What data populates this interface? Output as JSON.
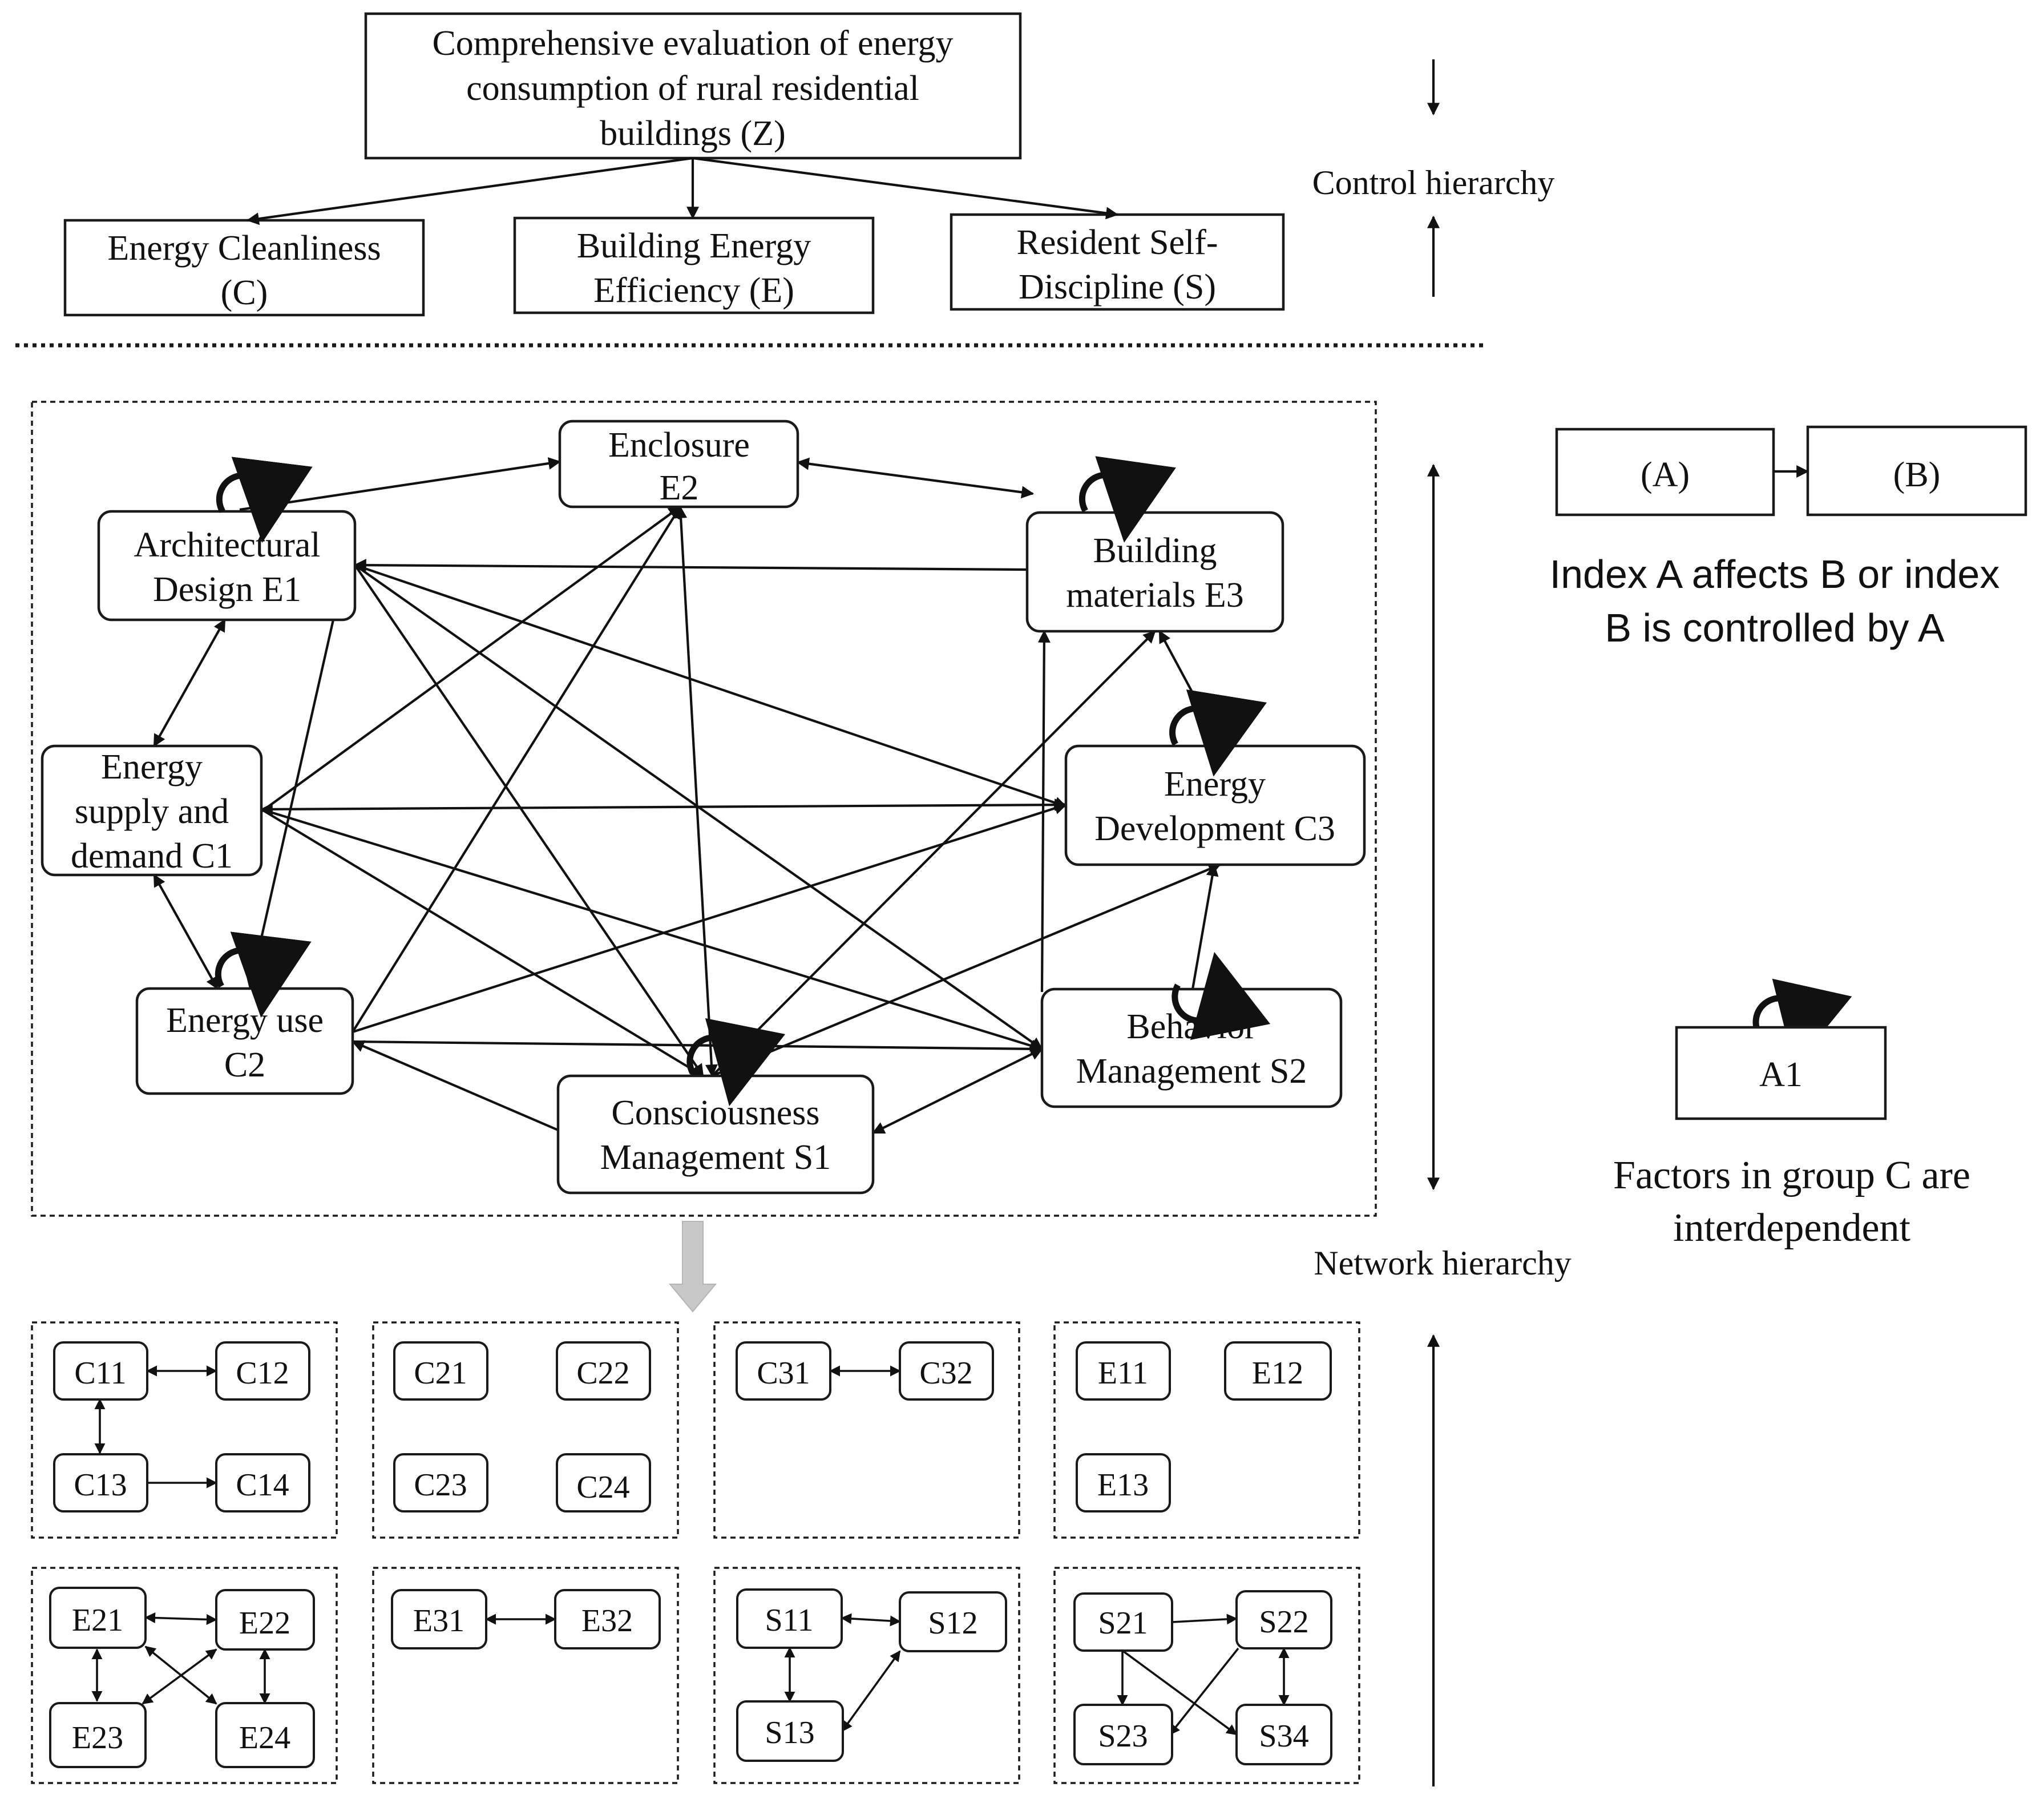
{
  "top": {
    "goal": "Comprehensive evaluation of energy consumption of rural residential buildings (Z)",
    "goal_lines": [
      "Comprehensive evaluation of energy",
      "consumption of rural residential",
      "buildings (Z)"
    ],
    "criteria": [
      {
        "id": "C",
        "lines": [
          "Energy Cleanliness",
          "(C)"
        ]
      },
      {
        "id": "E",
        "lines": [
          "Building Energy",
          "Efficiency (E)"
        ]
      },
      {
        "id": "S",
        "lines": [
          "Resident Self-",
          "Discipline (S)"
        ]
      }
    ],
    "control_label": "Control hierarchy"
  },
  "network": {
    "label": "Network hierarchy",
    "nodes": [
      {
        "id": "E2",
        "lines": [
          "Enclosure",
          "E2"
        ]
      },
      {
        "id": "E1",
        "lines": [
          "Architectural",
          "Design E1"
        ]
      },
      {
        "id": "E3",
        "lines": [
          "Building",
          "materials E3"
        ]
      },
      {
        "id": "C1",
        "lines": [
          "Energy",
          "supply and",
          "demand C1"
        ]
      },
      {
        "id": "C3",
        "lines": [
          "Energy",
          "Development C3"
        ]
      },
      {
        "id": "C2",
        "lines": [
          "Energy use",
          "C2"
        ]
      },
      {
        "id": "S2",
        "lines": [
          "Behavior",
          "Management S2"
        ]
      },
      {
        "id": "S1",
        "lines": [
          "Consciousness",
          "Management S1"
        ]
      }
    ],
    "self_loops": [
      "E1",
      "E3",
      "C3",
      "C2",
      "S2",
      "S1"
    ],
    "links": [
      {
        "from": "E1",
        "to": "E2",
        "kind": "one-way"
      },
      {
        "from": "E3",
        "to": "E2",
        "kind": "two-way"
      },
      {
        "from": "E3",
        "to": "E1",
        "kind": "one-way"
      },
      {
        "from": "E1",
        "to": "C1",
        "kind": "two-way"
      },
      {
        "from": "E1",
        "to": "C3",
        "kind": "one-way"
      },
      {
        "from": "E1",
        "to": "S2",
        "kind": "one-way"
      },
      {
        "from": "E1",
        "to": "S1",
        "kind": "one-way"
      },
      {
        "from": "E1",
        "to": "C2",
        "kind": "one-way"
      },
      {
        "from": "E3",
        "to": "C3",
        "kind": "two-way"
      },
      {
        "from": "C1",
        "to": "E2",
        "kind": "one-way"
      },
      {
        "from": "C1",
        "to": "C3",
        "kind": "two-way"
      },
      {
        "from": "C1",
        "to": "S2",
        "kind": "one-way"
      },
      {
        "from": "C1",
        "to": "S1",
        "kind": "one-way"
      },
      {
        "from": "C1",
        "to": "C2",
        "kind": "two-way"
      },
      {
        "from": "C2",
        "to": "E2",
        "kind": "one-way"
      },
      {
        "from": "C2",
        "to": "C3",
        "kind": "one-way"
      },
      {
        "from": "C2",
        "to": "S2",
        "kind": "one-way"
      },
      {
        "from": "S1",
        "to": "E2",
        "kind": "two-way"
      },
      {
        "from": "S1",
        "to": "E3",
        "kind": "one-way"
      },
      {
        "from": "S1",
        "to": "C3",
        "kind": "one-way"
      },
      {
        "from": "S1",
        "to": "C2",
        "kind": "one-way"
      },
      {
        "from": "S2",
        "to": "S1",
        "kind": "two-way"
      },
      {
        "from": "S2",
        "to": "E3",
        "kind": "one-way"
      },
      {
        "from": "S2",
        "to": "C3",
        "kind": "one-way"
      }
    ]
  },
  "legend": {
    "a_label": "(A)",
    "b_label": "(B)",
    "arrow_caption": [
      "Index A affects B or index",
      "B is controlled by A"
    ],
    "loop_label": "A1",
    "loop_caption": [
      "Factors in group C are",
      "interdependent"
    ]
  },
  "clusters": [
    {
      "group": "C1",
      "items": [
        "C11",
        "C12",
        "C13",
        "C14"
      ],
      "links": [
        [
          "C11",
          "C12",
          "two-way"
        ],
        [
          "C11",
          "C13",
          "two-way"
        ],
        [
          "C13",
          "C14",
          "one-way"
        ]
      ]
    },
    {
      "group": "C2",
      "items": [
        "C21",
        "C22",
        "C23",
        "C24"
      ],
      "links": []
    },
    {
      "group": "C3",
      "items": [
        "C31",
        "C32"
      ],
      "links": [
        [
          "C31",
          "C32",
          "two-way"
        ]
      ]
    },
    {
      "group": "E1",
      "items": [
        "E11",
        "E12",
        "E13"
      ],
      "links": []
    },
    {
      "group": "E2",
      "items": [
        "E21",
        "E22",
        "E23",
        "E24"
      ],
      "links": [
        [
          "E21",
          "E22",
          "two-way"
        ],
        [
          "E21",
          "E23",
          "two-way"
        ],
        [
          "E21",
          "E24",
          "two-way"
        ],
        [
          "E23",
          "E22",
          "two-way"
        ],
        [
          "E22",
          "E24",
          "two-way"
        ]
      ]
    },
    {
      "group": "E3",
      "items": [
        "E31",
        "E32"
      ],
      "links": [
        [
          "E31",
          "E32",
          "two-way"
        ]
      ]
    },
    {
      "group": "S1",
      "items": [
        "S11",
        "S12",
        "S13"
      ],
      "links": [
        [
          "S11",
          "S12",
          "two-way"
        ],
        [
          "S11",
          "S13",
          "two-way"
        ],
        [
          "S13",
          "S12",
          "two-way"
        ]
      ]
    },
    {
      "group": "S2",
      "items": [
        "S21",
        "S22",
        "S23",
        "S34"
      ],
      "links": [
        [
          "S21",
          "S22",
          "one-way"
        ],
        [
          "S21",
          "S23",
          "one-way"
        ],
        [
          "S21",
          "S34",
          "one-way"
        ],
        [
          "S22",
          "S34",
          "two-way"
        ],
        [
          "S22",
          "S23",
          "one-way"
        ]
      ]
    }
  ]
}
